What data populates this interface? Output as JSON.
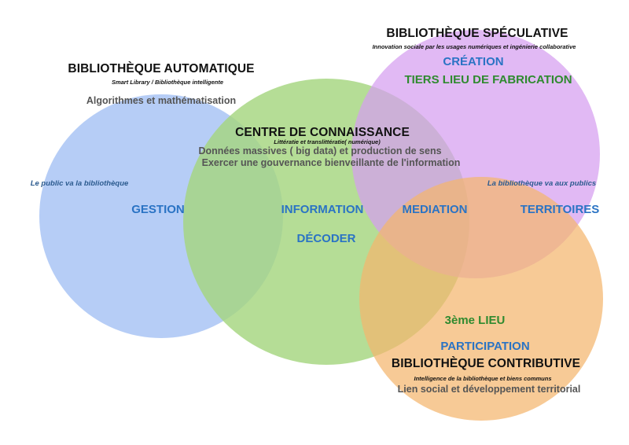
{
  "colors": {
    "circle_blue": "#a9c4f5",
    "circle_green": "#a5d67f",
    "circle_purple": "#d69ef0",
    "circle_orange": "#f4b66e",
    "text_blue": "#2a73c4",
    "text_green": "#2f8a2f",
    "text_grey": "#555555"
  },
  "automatique": {
    "title": "BIBLIOTHÈQUE AUTOMATIQUE",
    "subtitle": "Smart Library / Bibliothèque intelligente",
    "theme": "Algorithmes et mathématisation",
    "side_note": "Le public va la bibliothèque"
  },
  "speculative": {
    "title": "BIBLIOTHÈQUE SPÉCULATIVE",
    "subtitle": "Innovation sociale par les usages numériques et ingénierie collaborative",
    "creation": "CRÉATION",
    "tiers_lieu": "TIERS LIEU DE FABRICATION"
  },
  "connaissance": {
    "title": "CENTRE DE CONNAISSANCE",
    "subtitle": "Littératie et translittératie( numérique)",
    "line1": "Données massives ( big data) et production de sens",
    "line2": "Exercer une gouvernance bienveillante de l'information"
  },
  "contributive": {
    "title": "BIBLIOTHÈQUE CONTRIBUTIVE",
    "subtitle": "Intelligence de la bibliothèque et biens communs",
    "theme": "Lien social et développement territorial",
    "participation": "PARTICIPATION",
    "troisieme_lieu": "3ème LIEU"
  },
  "right_side_note": "La bibliothèque va aux publics",
  "keywords": {
    "gestion": "GESTION",
    "information": "INFORMATION",
    "decoder": "DÉCODER",
    "mediation": "MEDIATION",
    "territoires": "TERRITOIRES"
  }
}
